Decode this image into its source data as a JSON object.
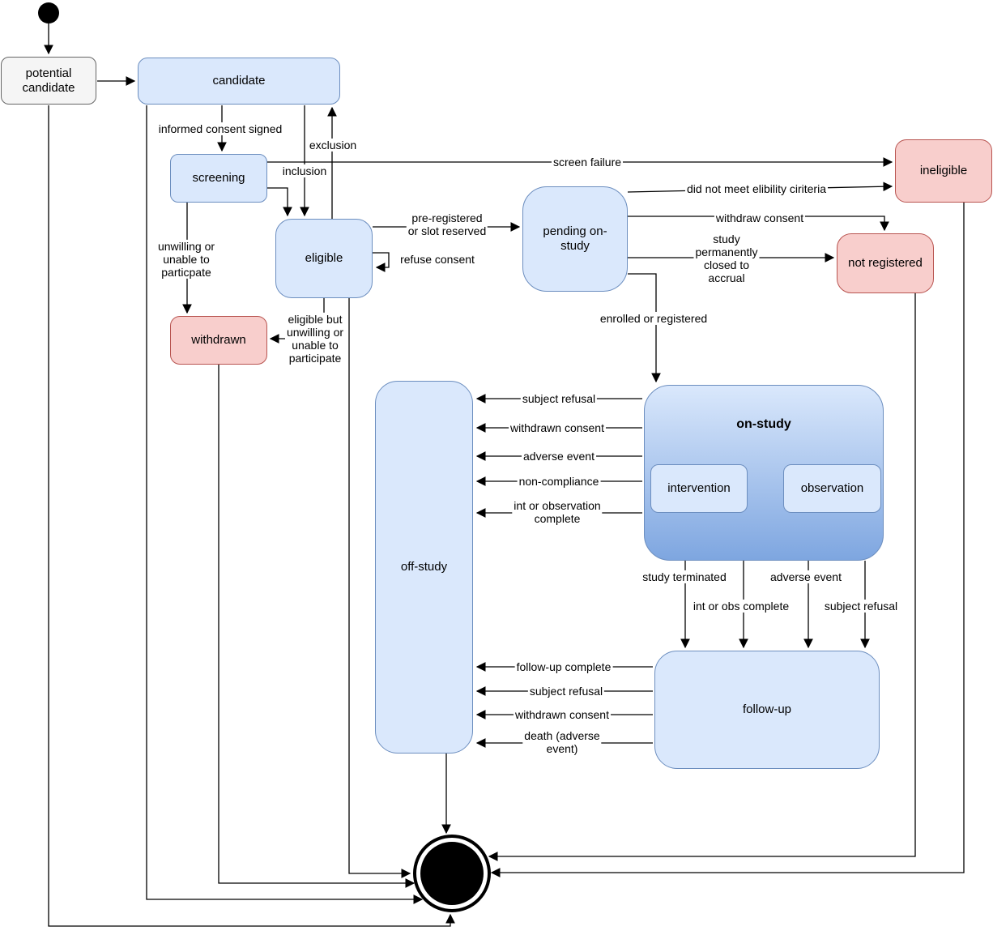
{
  "colors": {
    "state_blue_fill": "#dae8fc",
    "state_blue_stroke": "#6c8ebf",
    "state_pink_fill": "#f8cecc",
    "state_pink_stroke": "#b85450",
    "state_gray_fill": "#f5f5f5",
    "state_gray_stroke": "#666666",
    "composite_gradient_bottom": "#7ea6e0",
    "edge_color": "#000000"
  },
  "states": {
    "potential_candidate": {
      "label": "potential\ncandidate"
    },
    "candidate": {
      "label": "candidate"
    },
    "screening": {
      "label": "screening"
    },
    "eligible": {
      "label": "eligible"
    },
    "pending_on_study": {
      "label": "pending on-\nstudy"
    },
    "ineligible": {
      "label": "ineligible"
    },
    "not_registered": {
      "label": "not registered"
    },
    "withdrawn": {
      "label": "withdrawn"
    },
    "off_study": {
      "label": "off-study"
    },
    "on_study": {
      "label": "on-study"
    },
    "intervention": {
      "label": "intervention"
    },
    "observation": {
      "label": "observation"
    },
    "follow_up": {
      "label": "follow-up"
    }
  },
  "edge_labels": {
    "informed_consent_signed": "informed consent signed",
    "screen_failure": "screen failure",
    "inclusion": "inclusion",
    "exclusion": "exclusion",
    "unwilling_unable": "unwilling or\nunable to\nparticpate",
    "pre_registered": "pre-registered\nor slot reserved",
    "refuse_consent": "refuse consent",
    "eligible_but_unwilling": "eligible but\nunwilling or\nunable to\nparticipate",
    "did_not_meet": "did not meet elibility ciriteria",
    "withdraw_consent": "withdraw consent",
    "study_closed": "study\npermanently\nclosed to\naccrual",
    "enrolled_or_registered": "enrolled or registered",
    "onstudy_subject_refusal": "subject refusal",
    "onstudy_withdrawn_consent": "withdrawn consent",
    "onstudy_adverse_event": "adverse event",
    "onstudy_non_compliance": "non-compliance",
    "onstudy_int_or_observation_complete": "int or observation\ncomplete",
    "study_terminated": "study terminated",
    "int_or_obs_complete": "int or obs complete",
    "followdown_adverse_event": "adverse event",
    "followdown_subject_refusal": "subject refusal",
    "follow_up_complete": "follow-up complete",
    "followup_subject_refusal": "subject refusal",
    "followup_withdrawn_consent": "withdrawn consent",
    "death_adverse_event": "death (adverse\nevent)"
  }
}
